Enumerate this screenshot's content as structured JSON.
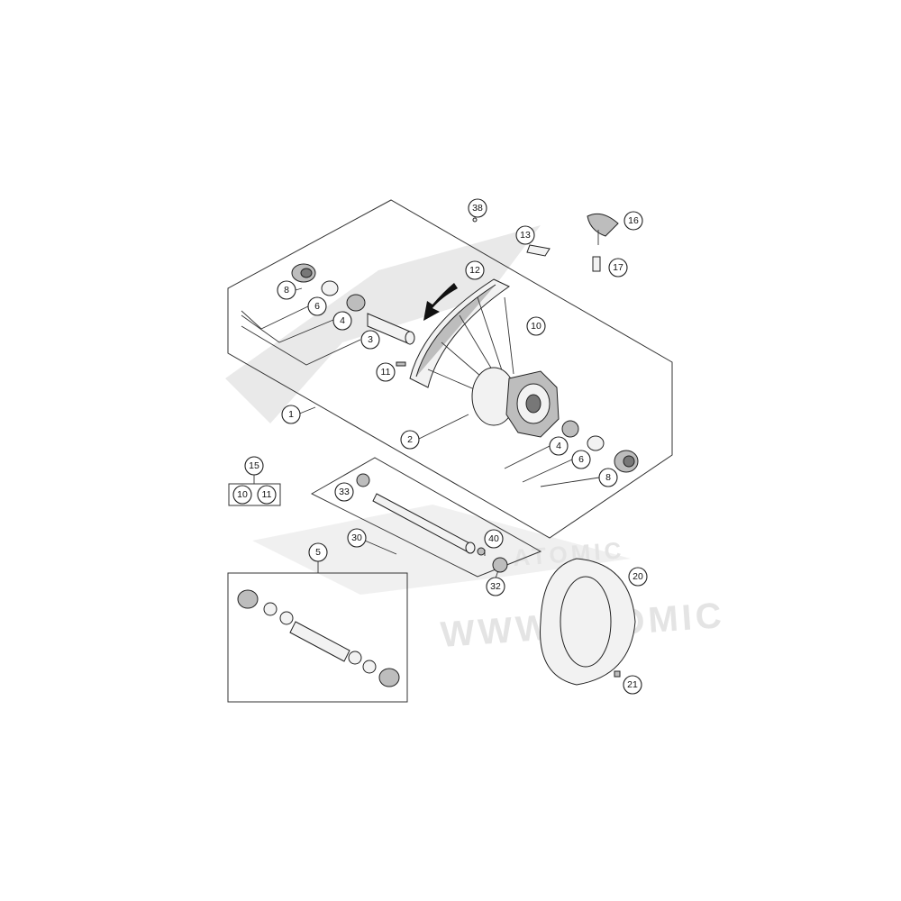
{
  "callouts": {
    "c1": "1",
    "c2": "2",
    "c3": "3",
    "c4a": "4",
    "c4b": "4",
    "c5": "5",
    "c6a": "6",
    "c6b": "6",
    "c8a": "8",
    "c8b": "8",
    "c10": "10",
    "c10k": "10",
    "c11": "11",
    "c11k": "11",
    "c12": "12",
    "c13": "13",
    "c15": "15",
    "c16": "16",
    "c17": "17",
    "c20": "20",
    "c21": "21",
    "c30": "30",
    "c32": "32",
    "c33": "33",
    "c38": "38",
    "c40": "40"
  },
  "watermark": {
    "url_text": "WWW.ATOMIC",
    "logo_text": "ATOMIC"
  },
  "colors": {
    "line": "#222222",
    "watermark": "#e6e6e6",
    "background": "#ffffff"
  }
}
